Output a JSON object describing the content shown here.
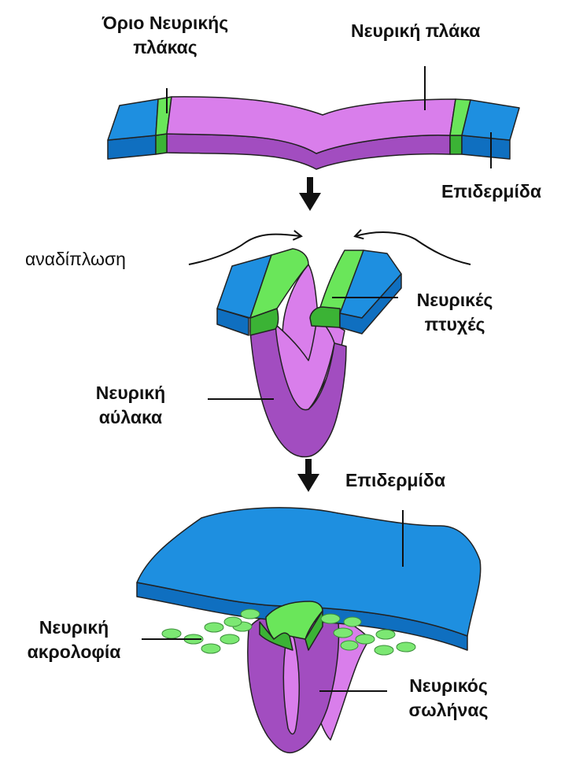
{
  "labels": {
    "neural_plate_border": [
      "Όριο Νευρικής",
      "πλάκας"
    ],
    "neural_plate": "Νευρική πλάκα",
    "epidermis_top": "Επιδερμίδα",
    "folding": "αναδίπλωση",
    "neural_folds": [
      "Νευρικές",
      "πτυχές"
    ],
    "neural_groove": [
      "Νευρική",
      "αύλακα"
    ],
    "epidermis_bottom": "Επιδερμίδα",
    "neural_crest": [
      "Νευρική",
      "ακρολοφία"
    ],
    "neural_tube": [
      "Νευρικός",
      "σωλήνας"
    ]
  },
  "colors": {
    "epidermis": "#1E8FE0",
    "epidermis_side": "#0F6FC0",
    "neural_plate_top": "#D97EEB",
    "neural_plate_side": "#A24DC0",
    "border_green": "#6AE65A",
    "border_green_dark": "#3BB335",
    "crest_green": "#7CE873",
    "arrow": "#111111"
  }
}
